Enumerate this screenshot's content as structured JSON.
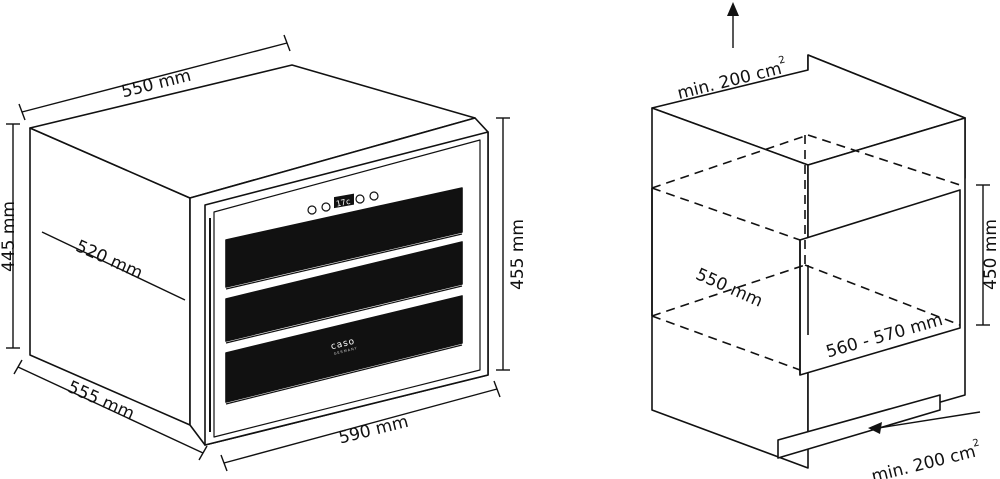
{
  "cabinet": {
    "width_label": "550 mm",
    "height_label": "445 mm",
    "depth_label": "555 mm",
    "inner_depth_label": "520 mm"
  },
  "door": {
    "width_label": "590 mm",
    "height_label": "455 mm",
    "brand": "caso",
    "brand_sub": "GERMANY",
    "display_value": "17c",
    "shelf_count": 3
  },
  "niche": {
    "top_vent_label": "min. 200 cm",
    "top_vent_sup": "2",
    "depth_label": "550 mm",
    "width_label": "560 - 570 mm",
    "height_label": "450 mm",
    "bottom_vent_label": "min. 200 cm",
    "bottom_vent_sup": "2"
  }
}
